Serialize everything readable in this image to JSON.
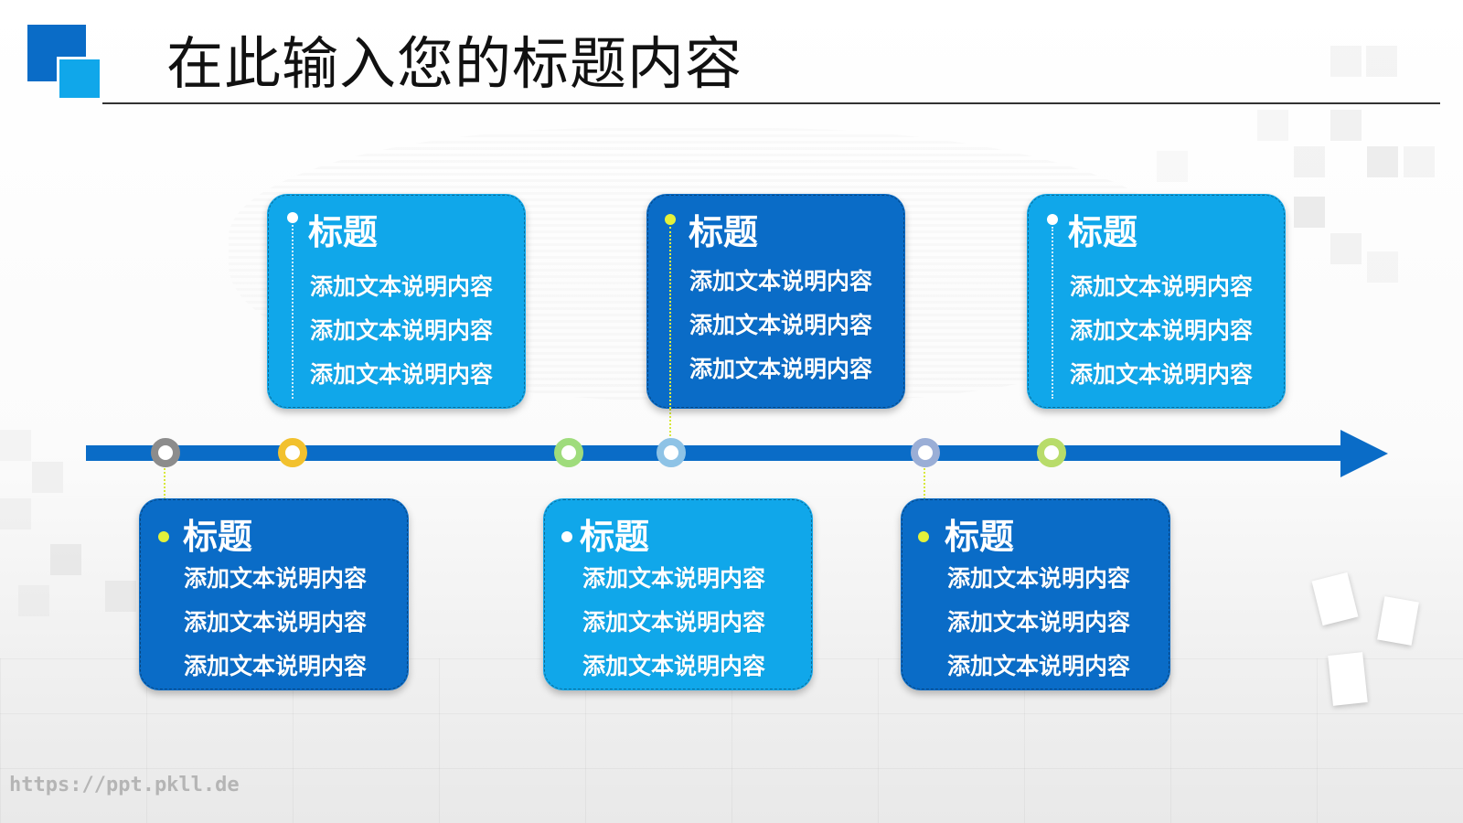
{
  "title": "在此输入您的标题内容",
  "watermark": "https://ppt.pkll.de",
  "colors": {
    "dark_blue": "#0a6cc7",
    "light_blue": "#10a7ea",
    "accent_yellow": "#e4f13a"
  },
  "timeline": {
    "nodes": [
      {
        "color": "#8c8c8c"
      },
      {
        "color": "#f2c12e"
      },
      {
        "color": "#9fdc7c"
      },
      {
        "color": "#8ec3e6"
      },
      {
        "color": "#9aaed6"
      },
      {
        "color": "#b8dc6a"
      }
    ]
  },
  "cards": [
    {
      "style": "light",
      "title": "标题",
      "lines": [
        "添加文本说明内容",
        "添加文本说明内容",
        "添加文本说明内容"
      ]
    },
    {
      "style": "dark",
      "title": "标题",
      "lines": [
        "添加文本说明内容",
        "添加文本说明内容",
        "添加文本说明内容"
      ]
    },
    {
      "style": "light",
      "title": "标题",
      "lines": [
        "添加文本说明内容",
        "添加文本说明内容",
        "添加文本说明内容"
      ]
    },
    {
      "style": "dark",
      "title": "标题",
      "lines": [
        "添加文本说明内容",
        "添加文本说明内容",
        "添加文本说明内容"
      ]
    },
    {
      "style": "light",
      "title": "标题",
      "lines": [
        "添加文本说明内容",
        "添加文本说明内容",
        "添加文本说明内容"
      ]
    },
    {
      "style": "dark",
      "title": "标题",
      "lines": [
        "添加文本说明内容",
        "添加文本说明内容",
        "添加文本说明内容"
      ]
    }
  ]
}
